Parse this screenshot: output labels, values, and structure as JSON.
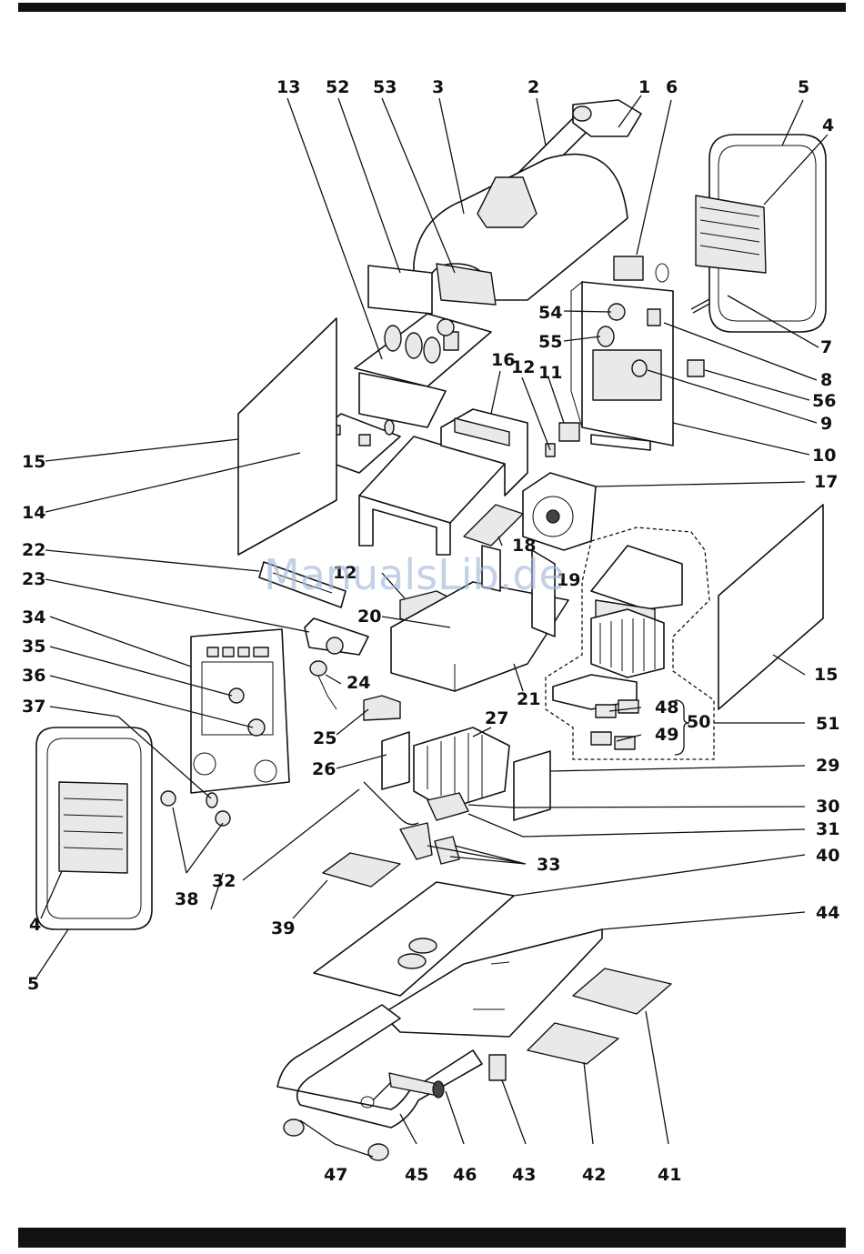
{
  "watermark": "ManualsLib.de",
  "part_numbers": {
    "p1": "1",
    "p2": "2",
    "p3": "3",
    "p4": "4",
    "p5": "5",
    "p6": "6",
    "p7": "7",
    "p8": "8",
    "p9": "9",
    "p10": "10",
    "p11": "11",
    "p12": "12",
    "p13": "13",
    "p14": "14",
    "p15": "15",
    "p16": "16",
    "p17": "17",
    "p18": "18",
    "p19": "19",
    "p20": "20",
    "p21": "21",
    "p22": "22",
    "p23": "23",
    "p24": "24",
    "p25": "25",
    "p26": "26",
    "p27": "27",
    "p29": "29",
    "p30": "30",
    "p31": "31",
    "p32": "32",
    "p33": "33",
    "p34": "34",
    "p35": "35",
    "p36": "36",
    "p37": "37",
    "p38": "38",
    "p39": "39",
    "p40": "40",
    "p41": "41",
    "p42": "42",
    "p43": "43",
    "p44": "44",
    "p45": "45",
    "p46": "46",
    "p47": "47",
    "p48": "48",
    "p49": "49",
    "p50": "50",
    "p51": "51",
    "p52": "52",
    "p53": "53",
    "p54": "54",
    "p55": "55",
    "p56": "56"
  }
}
